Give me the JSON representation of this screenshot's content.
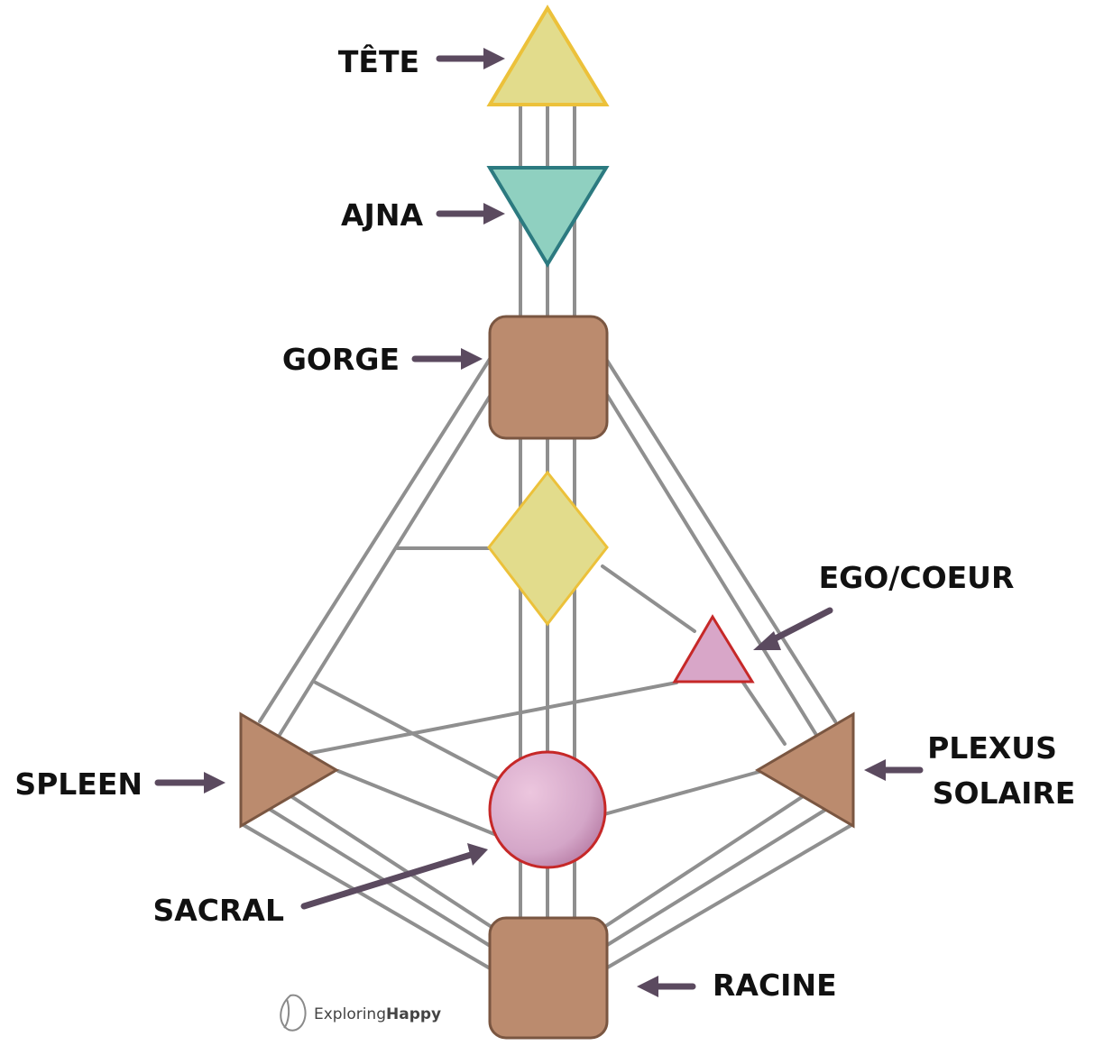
{
  "centers": {
    "tete": {
      "label": "TÊTE",
      "color": "#e2dc8c",
      "stroke": "#ecc13a"
    },
    "ajna": {
      "label": "AJNA",
      "color": "#8fd0c0",
      "stroke": "#2c7a80"
    },
    "gorge": {
      "label": "GORGE",
      "color": "#bb8b6e",
      "stroke": "#7a5641"
    },
    "g_center": {
      "color": "#e2dc8c",
      "stroke": "#ecc13a"
    },
    "ego": {
      "label": "EGO/COEUR",
      "color": "#d8a6c8",
      "stroke": "#c62828"
    },
    "spleen": {
      "label": "SPLEEN",
      "color": "#bb8b6e",
      "stroke": "#7a5641"
    },
    "plexus": {
      "label_line1": "PLEXUS",
      "label_line2": "SOLAIRE",
      "color": "#bb8b6e",
      "stroke": "#7a5641"
    },
    "sacral": {
      "label": "SACRAL",
      "color": "#d4a6c8",
      "stroke": "#c62828"
    },
    "racine": {
      "label": "RACINE",
      "color": "#bb8b6e",
      "stroke": "#7a5641"
    }
  },
  "channel_color": "#8f8f8f",
  "arrow_color": "#5b4a5f",
  "logo": {
    "text_regular": "Exploring",
    "text_bold": "Happy",
    "icon": "leaf-outline-icon"
  }
}
